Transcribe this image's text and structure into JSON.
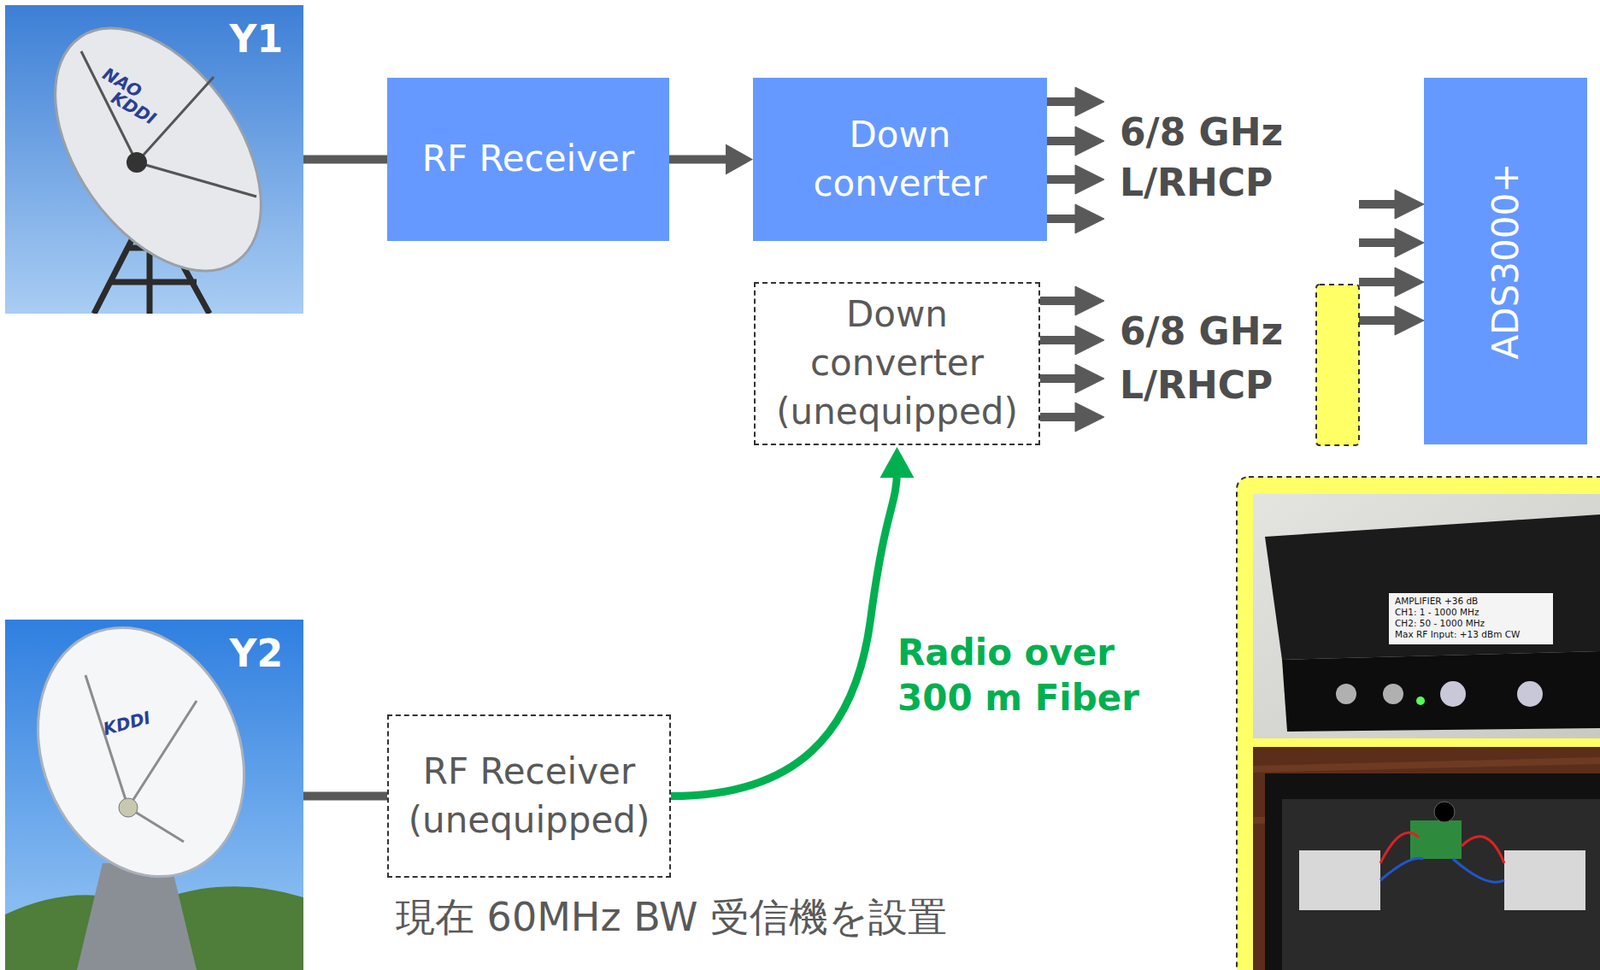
{
  "diagram": {
    "nodes": [
      {
        "text": [
          "Y1"
        ]
      },
      {
        "text": [
          "RF Receiver"
        ]
      },
      {
        "text": [
          "Down converter"
        ]
      },
      {
        "text": [
          "Down converter (unequipped)"
        ]
      },
      {
        "text": [
          "ADS3000+"
        ]
      },
      {
        "text": [
          "Y2"
        ]
      },
      {
        "text": [
          "RF Receiver (unequipped)"
        ]
      }
    ],
    "edges": [
      {
        "from": 0,
        "to": 1,
        "arrow": "none"
      },
      {
        "from": 1,
        "to": 2,
        "arrow": "to"
      },
      {
        "from": 5,
        "to": 6,
        "arrow": "none"
      },
      {
        "from": 6,
        "to": 3,
        "arrow": "to",
        "label": "Radio over 300 m Fiber"
      }
    ],
    "labels": [
      "6/8 GHz",
      "L/RHCP",
      "6/8 GHz",
      "L/RHCP",
      "現在 60MHz BW 受信機を設置",
      "NAO",
      "KDDI",
      "KDDI",
      "AMPLIFIER +36 dB",
      "CH1: 1 - 1000 MHz",
      "CH2: 50 - 1000 MHz",
      "Max RF Input: +13 dBm CW"
    ]
  }
}
